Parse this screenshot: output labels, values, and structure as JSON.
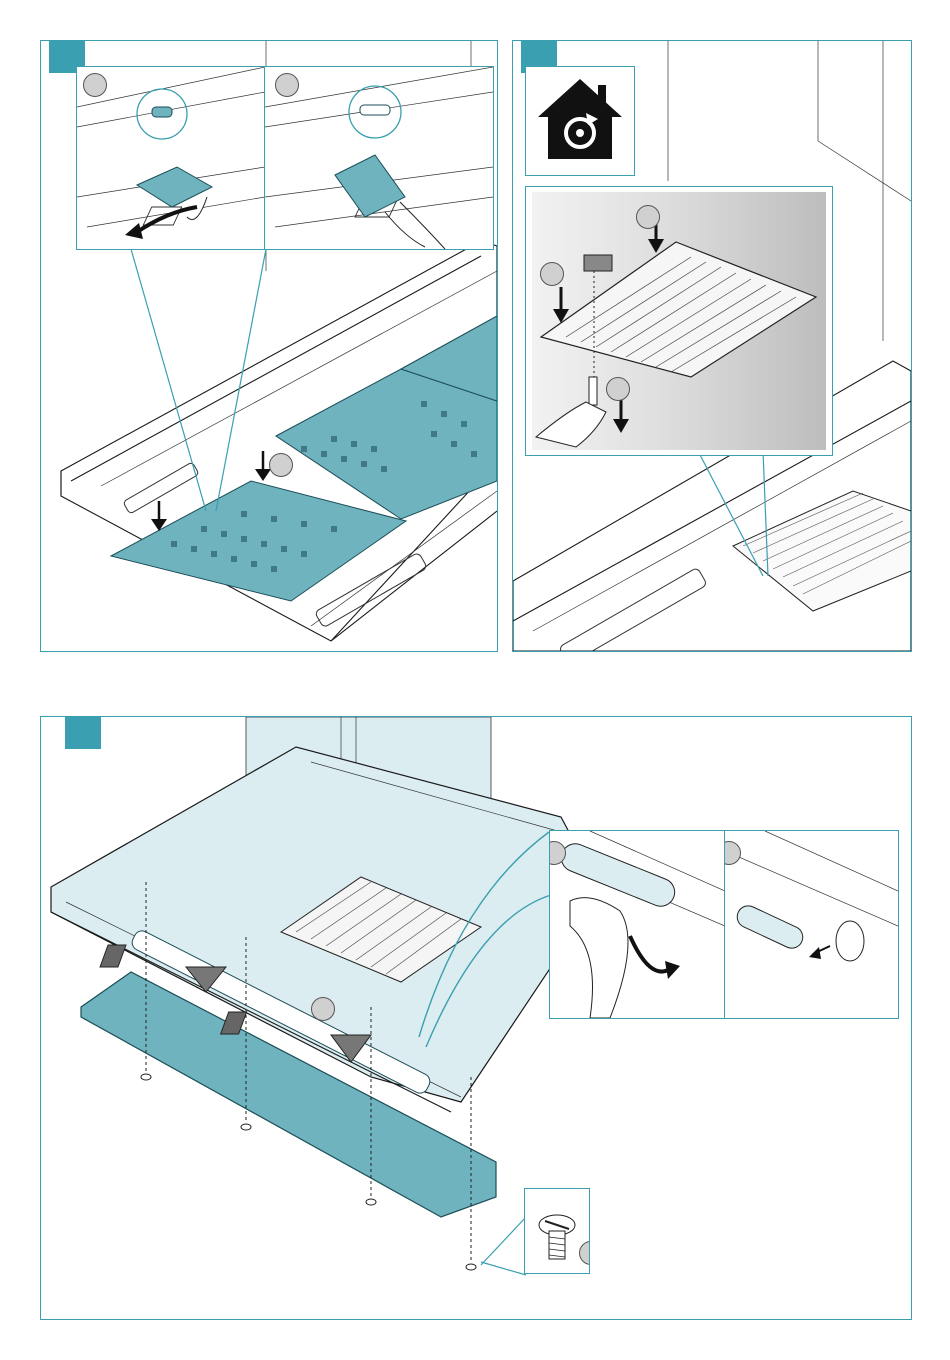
{
  "page": {
    "accent_color": "#3a9fb0",
    "marker_color": "#d0d0d0",
    "filter_color": "#6fb3bf"
  },
  "panels": [
    {
      "id": "step-a",
      "step_label": "",
      "insets": [
        "detail-remove-film",
        "detail-film-removed"
      ],
      "icons": [
        "arrow-down-icon",
        "arrow-down-icon",
        "curved-arrow-icon"
      ]
    },
    {
      "id": "step-b",
      "step_label": "",
      "icons": [
        "house-rotate-icon",
        "arrow-down-icon",
        "arrow-down-icon",
        "arrow-down-icon"
      ]
    },
    {
      "id": "step-c",
      "step_label": "",
      "icons": [
        "arrow-down-icon",
        "arrow-down-icon",
        "screw-icon",
        "rotate-arrow-icon"
      ]
    }
  ]
}
